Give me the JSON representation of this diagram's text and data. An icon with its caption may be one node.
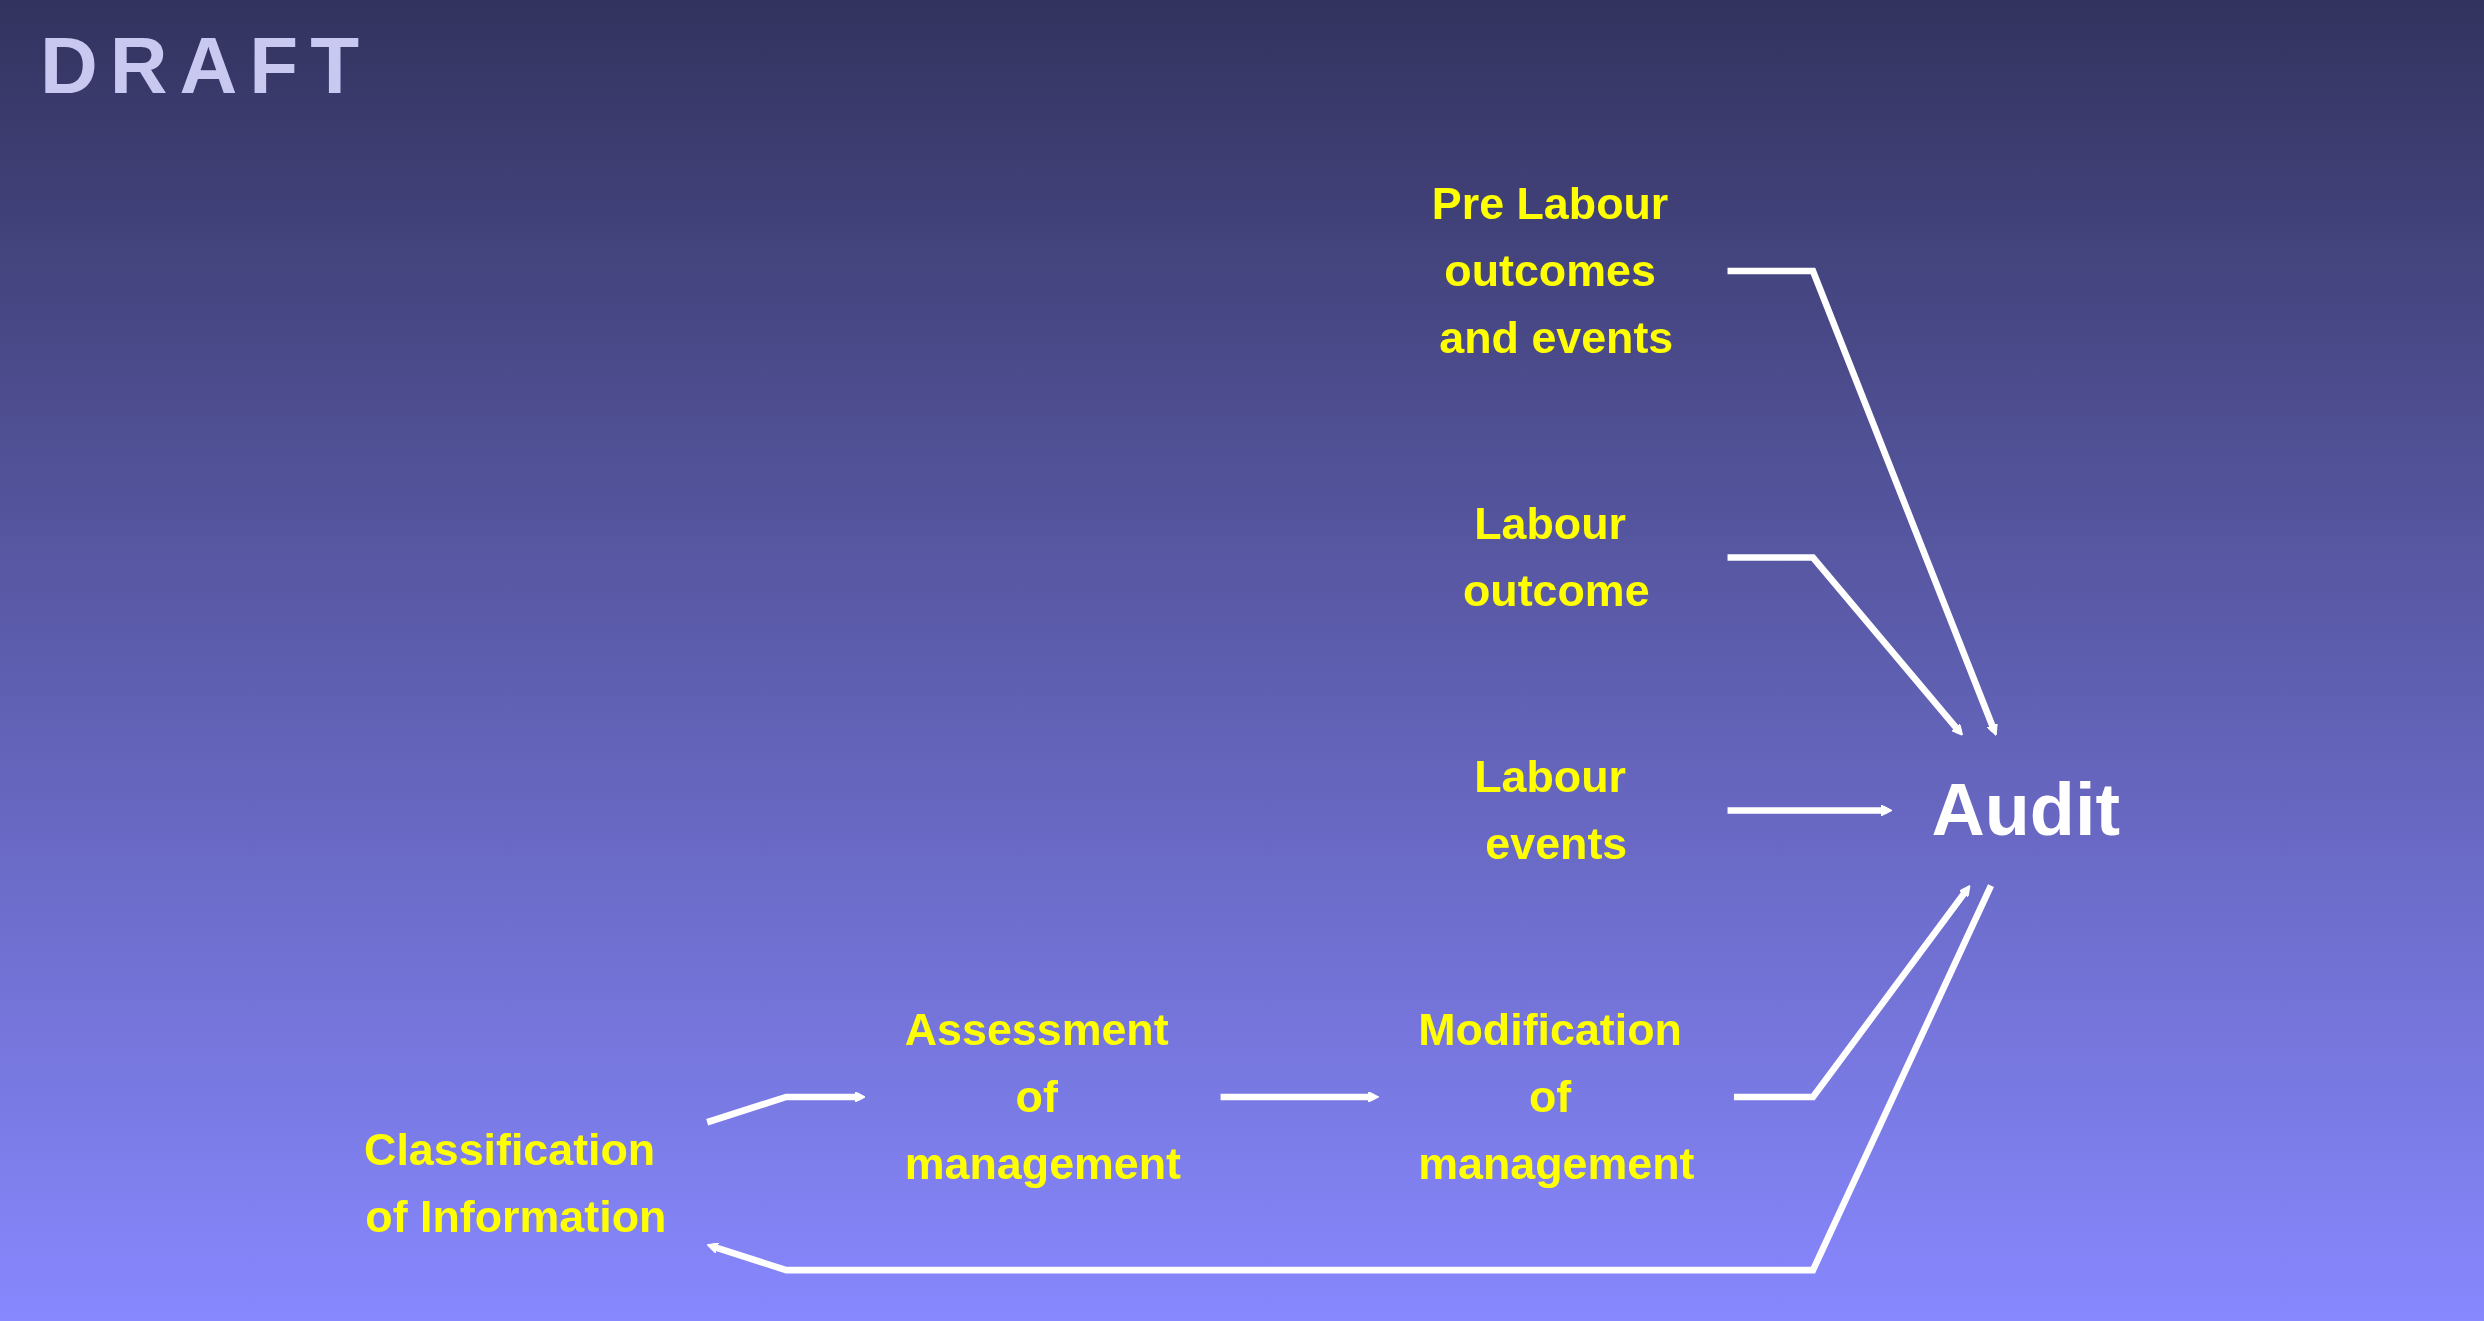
{
  "diagram": {
    "nodes": [
      {
        "text": [
          "Classification of Information"
        ]
      },
      {
        "text": [
          "Pre Labour outcomes and events"
        ]
      },
      {
        "text": [
          "Labour outcome"
        ]
      },
      {
        "text": [
          "Audit"
        ]
      },
      {
        "text": [
          "Assessment of management"
        ]
      },
      {
        "text": [
          "Labour events"
        ]
      },
      {
        "text": [
          "Modification of management"
        ]
      }
    ],
    "edges": [
      {
        "from": 1,
        "to": 3,
        "arrow": "to"
      },
      {
        "from": 2,
        "to": 3,
        "arrow": "to"
      },
      {
        "from": 5,
        "to": 3,
        "arrow": "to"
      },
      {
        "from": 3,
        "to": 0,
        "arrow": "to"
      },
      {
        "from": 0,
        "to": 4,
        "arrow": "to"
      },
      {
        "from": 4,
        "to": 6,
        "arrow": "to"
      },
      {
        "from": 6,
        "to": 3,
        "arrow": "to"
      }
    ],
    "labels": [
      "DRAFT"
    ]
  }
}
